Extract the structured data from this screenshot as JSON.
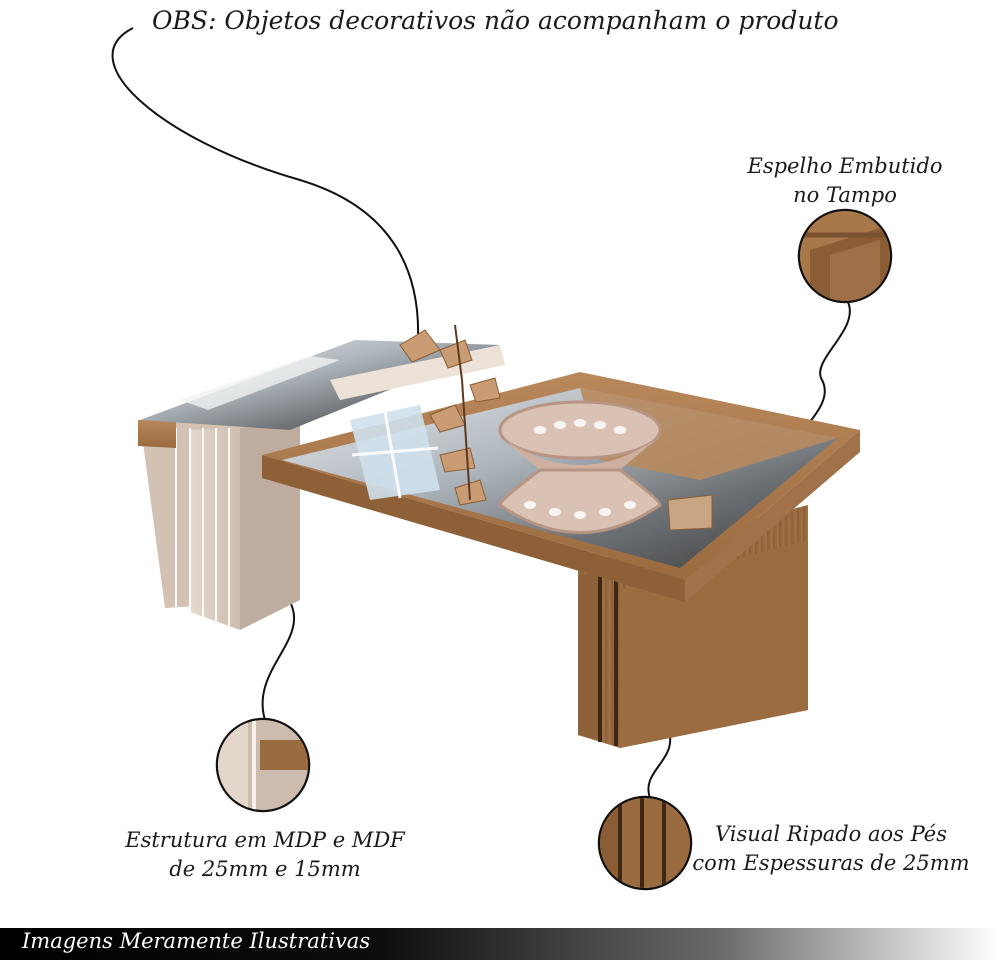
{
  "notice": "OBS: Objetos decorativos não acompanham o produto",
  "callouts": {
    "mirror": {
      "line1": "Espelho Embutido",
      "line2": "no Tampo"
    },
    "structure": {
      "line1": "Estrutura em MDP e MDF",
      "line2": "de 25mm e 15mm"
    },
    "slats": {
      "line1": "Visual Ripado aos Pés",
      "line2": "com Espessuras de 25mm"
    }
  },
  "footer": {
    "text": "Imagens Meramente Ilustrativas"
  },
  "colors": {
    "wood": "#9a6b3f",
    "wood_dark": "#7a5230",
    "beige": "#d8c8bb",
    "mirror": "#c7cdd2",
    "ink": "#1a1a1a"
  }
}
